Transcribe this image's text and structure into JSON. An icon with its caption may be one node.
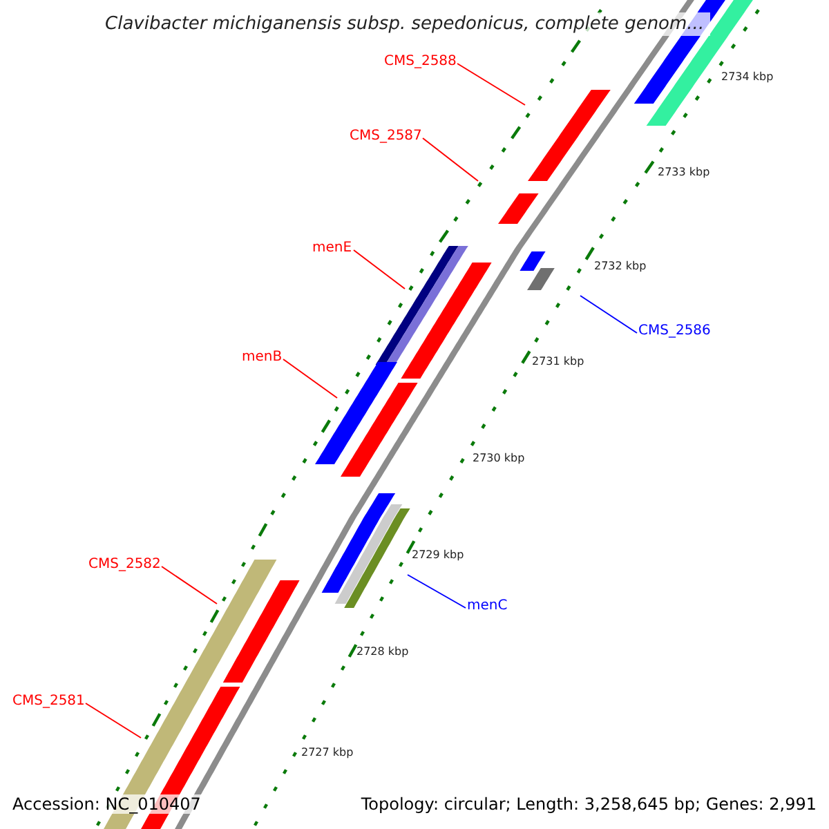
{
  "diagram": {
    "title": "Clavibacter michiganensis subsp. sepedonicus, complete genom...",
    "nodes": [
      {
        "text": [
          "CMS_2588"
        ]
      },
      {
        "text": [
          "CMS_2587"
        ]
      },
      {
        "text": [
          "menE"
        ]
      },
      {
        "text": [
          "CMS_2586"
        ]
      },
      {
        "text": [
          "menB"
        ]
      },
      {
        "text": [
          "CMS_2582"
        ]
      },
      {
        "text": [
          "menC"
        ]
      },
      {
        "text": [
          "CMS_2581"
        ]
      }
    ],
    "edges": [
      {
        "from": 0,
        "to": null,
        "arrow": "none"
      },
      {
        "from": 1,
        "to": null,
        "arrow": "none"
      },
      {
        "from": 2,
        "to": null,
        "arrow": "none"
      },
      {
        "from": 3,
        "to": null,
        "arrow": "none",
        "color": "#0000ff"
      },
      {
        "from": 4,
        "to": null,
        "arrow": "none"
      },
      {
        "from": 5,
        "to": null,
        "arrow": "none"
      },
      {
        "from": 6,
        "to": null,
        "arrow": "none",
        "color": "#0000ff"
      },
      {
        "from": 7,
        "to": null,
        "arrow": "none"
      }
    ],
    "labels": [
      "2734 kbp",
      "2733 kbp",
      "2732 kbp",
      "2731 kbp",
      "2730 kbp",
      "2729 kbp",
      "2728 kbp",
      "2727 kbp",
      "Accession: NC_010407",
      "Topology: circular; Length: 3,258,645 bp; Genes: 2,991"
    ]
  }
}
